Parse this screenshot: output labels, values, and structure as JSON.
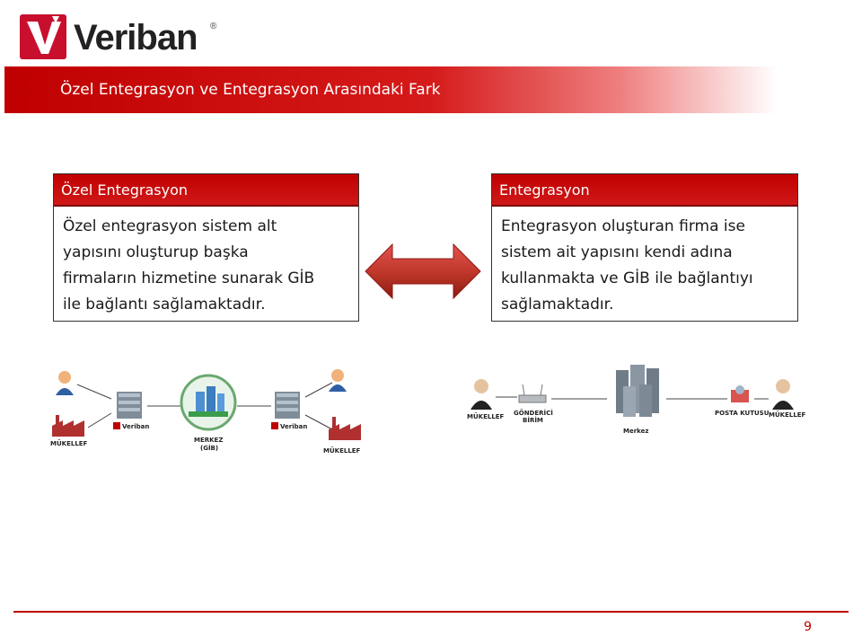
{
  "logo": {
    "brand": "Veriban",
    "mark": "V",
    "reg": "®"
  },
  "title": "Özel Entegrasyon ve Entegrasyon Arasındaki Fark",
  "left_box": {
    "heading": "Özel Entegrasyon",
    "lines": [
      "Özel entegrasyon sistem alt",
      "yapısını oluşturup başka",
      "firmaların hizmetine sunarak GİB",
      "ile bağlantı sağlamaktadır."
    ]
  },
  "right_box": {
    "heading": "Entegrasyon",
    "lines": [
      "Entegrasyon oluşturan firma ise",
      "sistem ait yapısını kendi adına",
      "kullanmakta ve GİB ile bağlantıyı",
      "sağlamaktadır."
    ]
  },
  "left_diagram": {
    "mukellef_left": "MÜKELLEF",
    "veriban_left": "Veriban",
    "merkez": "MERKEZ",
    "gib": "(GİB)",
    "veriban_right": "Veriban",
    "mukellef_right": "MÜKELLEF"
  },
  "right_diagram": {
    "mukellef_left": "MÜKELLEF",
    "gonderici": "GÖNDERİCİ",
    "birim": "BİRİM",
    "merkez": "Merkez",
    "posta": "POSTA KUTUSU",
    "mukellef_right": "MÜKELLEF"
  },
  "colors": {
    "brand_red": "#c00000",
    "arrow_red": "#c0392b"
  },
  "page_number": "9"
}
